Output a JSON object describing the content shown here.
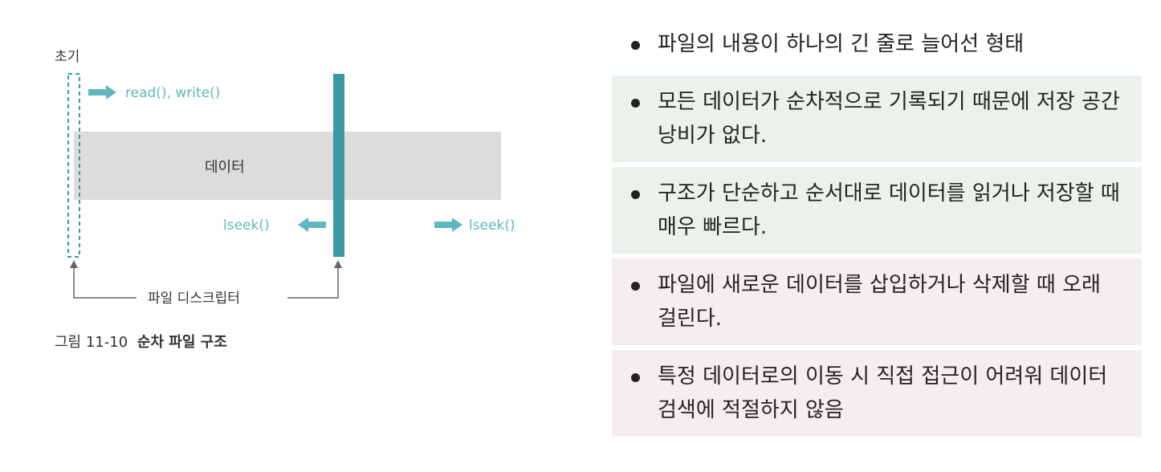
{
  "diagram": {
    "label_initial": "초기",
    "label_rw": "read(), write()",
    "label_data": "데이터",
    "label_lseek_left": "lseek()",
    "label_lseek_right": "lseek()",
    "label_fd": "파일 디스크립터",
    "caption_number": "그림 11-10",
    "caption_title": "순차 파일 구조",
    "colors": {
      "teal": "#3a9aa4",
      "arrow_teal": "#5fb8c0",
      "data_gray": "#dcdcdc",
      "line_gray": "#666666"
    }
  },
  "list": {
    "items": [
      {
        "text": "파일의 내용이 하나의 긴 줄로 늘어선 형태",
        "bg": "white"
      },
      {
        "text": "모든 데이터가 순차적으로 기록되기 때문에 저장 공간 낭비가 없다.",
        "bg": "green"
      },
      {
        "text": "구조가 단순하고 순서대로 데이터를 읽거나 저장할 때 매우 빠르다.",
        "bg": "green"
      },
      {
        "text": "파일에 새로운 데이터를 삽입하거나 삭제할 때 오래 걸린다.",
        "bg": "pink"
      },
      {
        "text": "특정 데이터로의 이동 시 직접 접근이 어려워 데이터 검색에 적절하지 않음",
        "bg": "pink"
      }
    ]
  }
}
